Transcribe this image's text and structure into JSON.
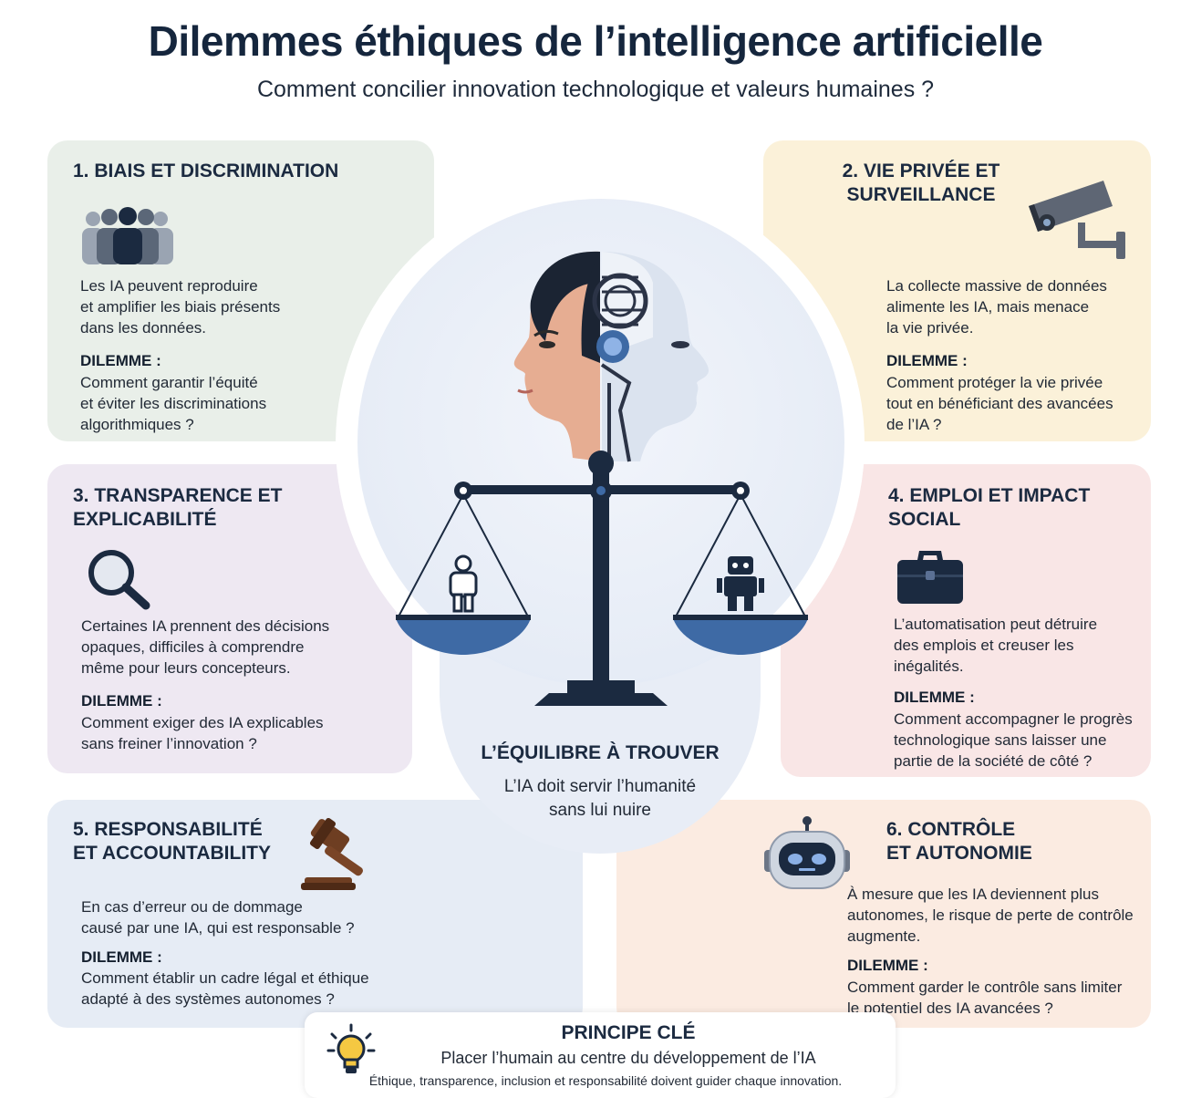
{
  "header": {
    "title": "Dilemmes éthiques de l’intelligence artificielle",
    "subtitle": "Comment concilier innovation technologique et valeurs humaines ?"
  },
  "cards": [
    {
      "heading": "1. BIAIS ET DISCRIMINATION",
      "icon": "people-group-icon",
      "text": "Les IA peuvent reproduire\net amplifier les biais présents\ndans les données.",
      "dilemma_label": "DILEMME :",
      "dilemma": "Comment garantir l’équité\net éviter les discriminations\nalgorithmiques ?"
    },
    {
      "heading": "2. VIE PRIVÉE ET\nSURVEILLANCE",
      "icon": "security-camera-icon",
      "text": "La collecte massive de données\nalimente les IA, mais menace\nla vie privée.",
      "dilemma_label": "DILEMME :",
      "dilemma": "Comment protéger la vie privée\ntout en bénéficiant des avancées\nde l’IA ?"
    },
    {
      "heading": "3. TRANSPARENCE ET\nEXPLICABILITÉ",
      "icon": "magnifying-glass-icon",
      "text": "Certaines IA prennent des décisions\nopaques, difficiles à comprendre\nmême pour leurs concepteurs.",
      "dilemma_label": "DILEMME :",
      "dilemma": "Comment exiger des IA explicables\nsans freiner l’innovation ?"
    },
    {
      "heading": "4. EMPLOI ET IMPACT\nSOCIAL",
      "icon": "briefcase-icon",
      "text": "L’automatisation peut détruire\ndes emplois et creuser les\ninégalités.",
      "dilemma_label": "DILEMME :",
      "dilemma": "Comment accompagner le progrès\ntechnologique sans laisser une\npartie de la société de côté ?"
    },
    {
      "heading": "5. RESPONSABILITÉ\nET ACCOUNTABILITY",
      "icon": "gavel-icon",
      "text": "En cas d’erreur ou de dommage\ncausé par une IA, qui est responsable ?",
      "dilemma_label": "DILEMME :",
      "dilemma": "Comment établir un cadre légal et éthique\nadapté à des systèmes autonomes ?"
    },
    {
      "heading": "6. CONTRÔLE\nET AUTONOMIE",
      "icon": "robot-head-icon",
      "text": "À mesure que les IA deviennent plus\nautonomes, le risque de perte de contrôle\naugmente.",
      "dilemma_label": "DILEMME :",
      "dilemma": "Comment garder le contrôle sans limiter\nle potentiel des IA avancées ?"
    }
  ],
  "center": {
    "illustration": "human-ai-face-icon",
    "scale": "balance-scale-icon",
    "title": "L’ÉQUILIBRE À TROUVER",
    "text": "L’IA doit servir l’humanité\nsans lui nuire"
  },
  "principle": {
    "icon": "lightbulb-icon",
    "title": "PRINCIPE CLÉ",
    "text": "Placer l’humain au centre du développement de l’IA",
    "note": "Éthique, transparence, inclusion et responsabilité doivent guider chaque innovation."
  },
  "colors": {
    "navy": "#1b2a40",
    "accent_blue": "#3e6aa5",
    "card_green": "#e9efe9",
    "card_yellow": "#fbf1d9",
    "card_purple": "#eee8f2",
    "card_pink": "#f9e6e6",
    "card_blue": "#e6ecf5",
    "card_peach": "#fbebe1"
  }
}
